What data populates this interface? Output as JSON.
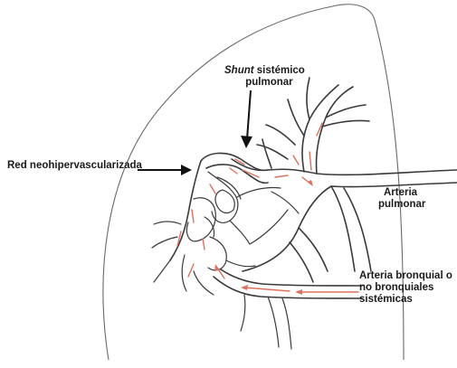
{
  "labels": {
    "neovascular": "Red neohipervascularizada",
    "shunt_italic": "Shunt",
    "shunt_rest_line1": " sistémico",
    "shunt_line2": "pulmonar",
    "pulmonary_line1": "Arteria",
    "pulmonary_line2": "pulmonar",
    "bronchial_line1": "Arteria bronquial o",
    "bronchial_line2": "no bronquiales",
    "bronchial_line3": "sistémicas"
  },
  "colors": {
    "flow": "#e0705a",
    "vessel": "#3a3a3a",
    "lung_outline": "#6a6a6a"
  }
}
